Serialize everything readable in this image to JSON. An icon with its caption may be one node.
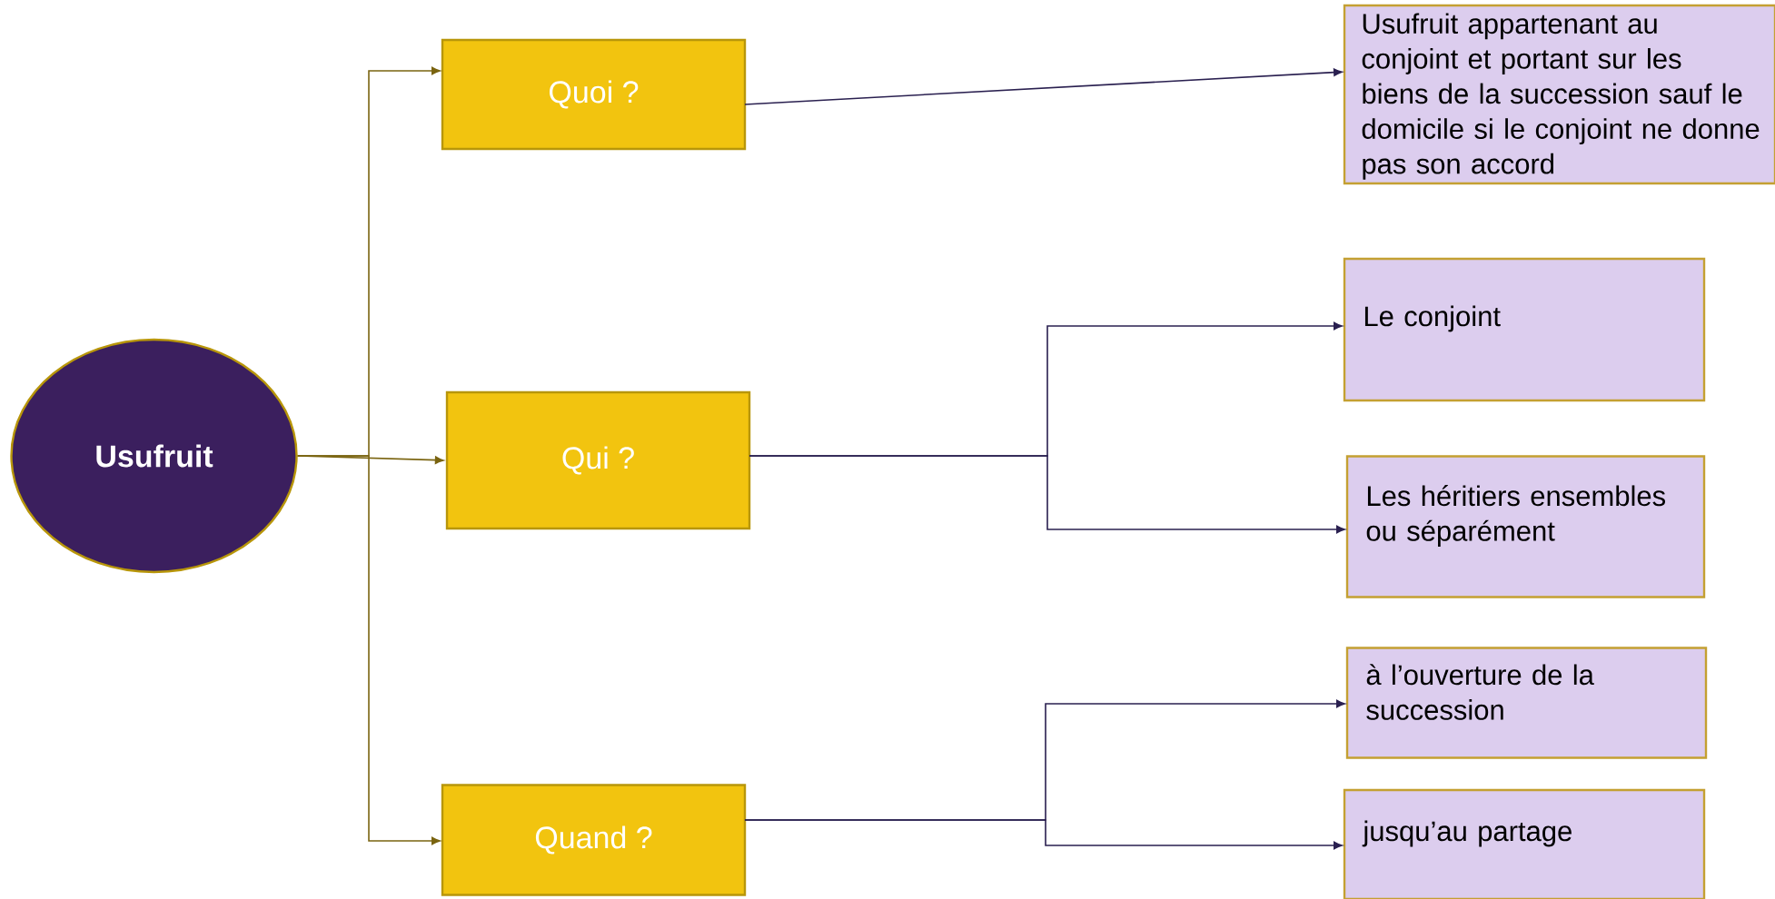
{
  "diagram": {
    "nodes": [
      {
        "text": [
          "Usufruit"
        ]
      },
      {
        "text": [
          "Quoi ?"
        ]
      },
      {
        "text": [
          "Qui ?"
        ]
      },
      {
        "text": [
          "Quand ?"
        ]
      },
      {
        "text": [
          "Usufruit appartenant au conjoint et portant sur les biens de la succession sauf le domicile si le conjoint ne donne pas son accord"
        ]
      },
      {
        "text": [
          "Le conjoint"
        ]
      },
      {
        "text": [
          "Les héritiers ensembles ou séparément"
        ]
      },
      {
        "text": [
          "à l’ouverture de la succession"
        ]
      },
      {
        "text": [
          "jusqu’au partage"
        ]
      }
    ],
    "edges": [
      {
        "from": 0,
        "to": 1,
        "arrow": "to",
        "color": "#7a6410"
      },
      {
        "from": 0,
        "to": 2,
        "arrow": "to",
        "color": "#7a6410"
      },
      {
        "from": 0,
        "to": 3,
        "arrow": "to",
        "color": "#7a6410"
      },
      {
        "from": 1,
        "to": 4,
        "arrow": "to"
      },
      {
        "from": 2,
        "to": 5,
        "arrow": "to"
      },
      {
        "from": 2,
        "to": 6,
        "arrow": "to"
      },
      {
        "from": 3,
        "to": 7,
        "arrow": "to"
      },
      {
        "from": 3,
        "to": 8,
        "arrow": "to"
      }
    ]
  }
}
